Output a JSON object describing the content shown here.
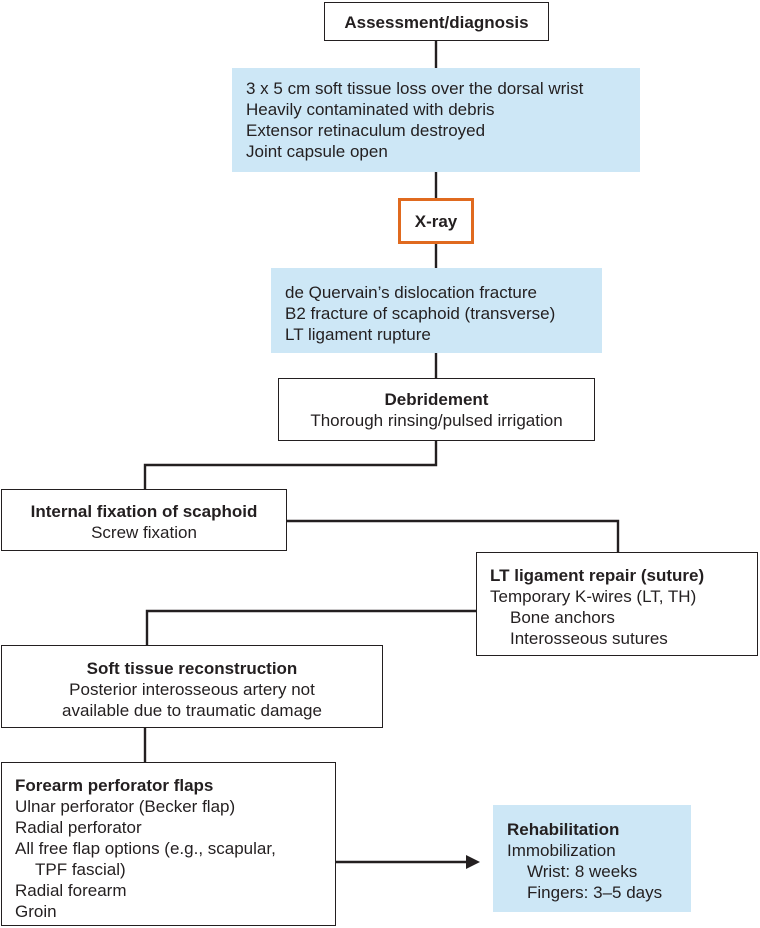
{
  "assessment": {
    "title": "Assessment/diagnosis"
  },
  "findings": {
    "lines": [
      "3 x 5 cm soft tissue loss over the dorsal wrist",
      "Heavily contaminated with debris",
      "Extensor retinaculum destroyed",
      "Joint capsule open"
    ]
  },
  "xray": {
    "title": "X-ray"
  },
  "xray_findings": {
    "lines": [
      "de Quervain’s dislocation fracture",
      "B2 fracture of scaphoid (transverse)",
      "LT ligament rupture"
    ]
  },
  "debridement": {
    "title": "Debridement",
    "detail": "Thorough rinsing/pulsed irrigation"
  },
  "internal_fixation": {
    "title": "Internal fixation of scaphoid",
    "detail": "Screw fixation"
  },
  "lt_repair": {
    "title": "LT ligament repair (suture)",
    "lines": [
      "Temporary K-wires (LT, TH)",
      "Bone anchors",
      "Interosseous sutures"
    ]
  },
  "soft_tissue": {
    "title": "Soft tissue reconstruction",
    "detail_lines": [
      "Posterior interosseous artery not",
      "available due to traumatic damage"
    ]
  },
  "flaps": {
    "title": "Forearm perforator flaps",
    "lines": [
      "Ulnar perforator (Becker flap)",
      "Radial perforator",
      "All free flap options (e.g., scapular,",
      "TPF fascial)",
      "Radial forearm",
      "Groin"
    ]
  },
  "rehab": {
    "title": "Rehabilitation",
    "lines": [
      "Immobilization",
      "Wrist: 8 weeks",
      "Fingers: 3–5 days"
    ]
  },
  "colors": {
    "info_fill": "#cde7f6",
    "xray_border": "#e06a1f",
    "line": "#231f20"
  }
}
